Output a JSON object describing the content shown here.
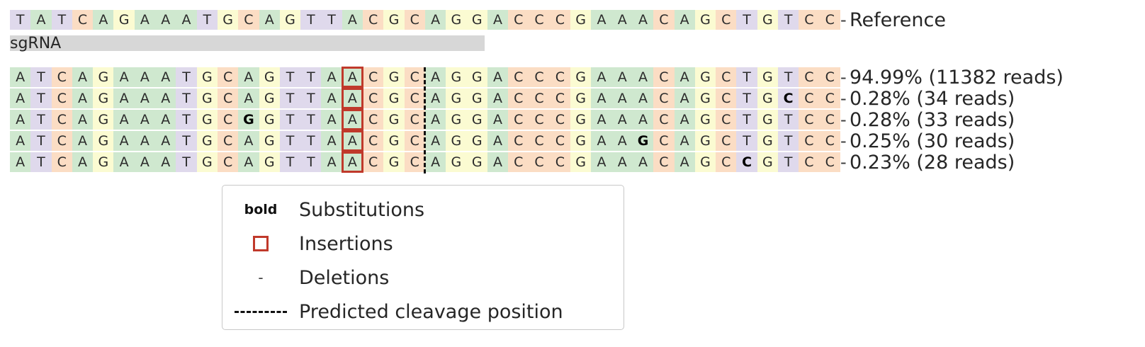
{
  "reference": {
    "label": "Reference",
    "sequence": "TATCAGAAATGCAGTTACGCAGGACCCGAAACAGCTGTCC"
  },
  "sgrna": {
    "label": "sgRNA"
  },
  "alleles": [
    {
      "sequence": "ATCAGAAATGCAGTTAACGCAGGACCCGAAACAGCTGTCC",
      "ref_colors": "ATCAGAAATGCAGTTAACGCAGGACCCGAAACAGCTGTCC",
      "substitutions": [],
      "insertions": [
        16
      ],
      "percent": "94.99%",
      "reads": "11382",
      "label": "94.99% (11382 reads)"
    },
    {
      "sequence": "ATCAGAAATGCAGTTAACGCAGGACCCGAAACAGCTGCCC",
      "ref_colors": "ATCAGAAATGCAGTTAACGCAGGACCCGAAACAGCTGTCC",
      "substitutions": [
        37
      ],
      "insertions": [
        16
      ],
      "percent": "0.28%",
      "reads": "34",
      "label": "0.28% (34 reads)"
    },
    {
      "sequence": "ATCAGAAATGCGGTTAACGCAGGACCCGAAACAGCTGTCC",
      "ref_colors": "ATCAGAAATGCAGTTAACGCAGGACCCGAAACAGCTGTCC",
      "substitutions": [
        11
      ],
      "insertions": [
        16
      ],
      "percent": "0.28%",
      "reads": "33",
      "label": "0.28% (33 reads)"
    },
    {
      "sequence": "ATCAGAAATGCAGTTAACGCAGGACCCGAAGCAGCTGTCC",
      "ref_colors": "ATCAGAAATGCAGTTAACGCAGGACCCGAAACAGCTGTCC",
      "substitutions": [
        30
      ],
      "insertions": [
        16
      ],
      "percent": "0.25%",
      "reads": "30",
      "label": "0.25% (30 reads)"
    },
    {
      "sequence": "ATCAGAAATGCAGTTAACGCAGGACCCGAAACAGCCGTCC",
      "ref_colors": "ATCAGAAATGCAGTTAACGCAGGACCCGAAACAGCTGTCC",
      "substitutions": [
        35
      ],
      "insertions": [
        16
      ],
      "percent": "0.23%",
      "reads": "28",
      "label": "0.23% (28 reads)"
    }
  ],
  "legend": {
    "items": [
      {
        "symbol": "bold",
        "symbol_text": "bold",
        "text": "Substitutions"
      },
      {
        "symbol": "square",
        "symbol_text": "",
        "text": "Insertions"
      },
      {
        "symbol": "dash",
        "symbol_text": "-",
        "text": "Deletions"
      },
      {
        "symbol": "dashline",
        "symbol_text": "",
        "text": "Predicted cleavage position"
      }
    ]
  },
  "colors": {
    "A": "#cfe8cf",
    "T": "#dfd9ec",
    "G": "#fbfbd2",
    "C": "#fbddc4",
    "insertion_box": "#c0392b",
    "cleavage_line": "#111111",
    "sgrna_bar": "#d7d7d7",
    "text": "#262626"
  }
}
